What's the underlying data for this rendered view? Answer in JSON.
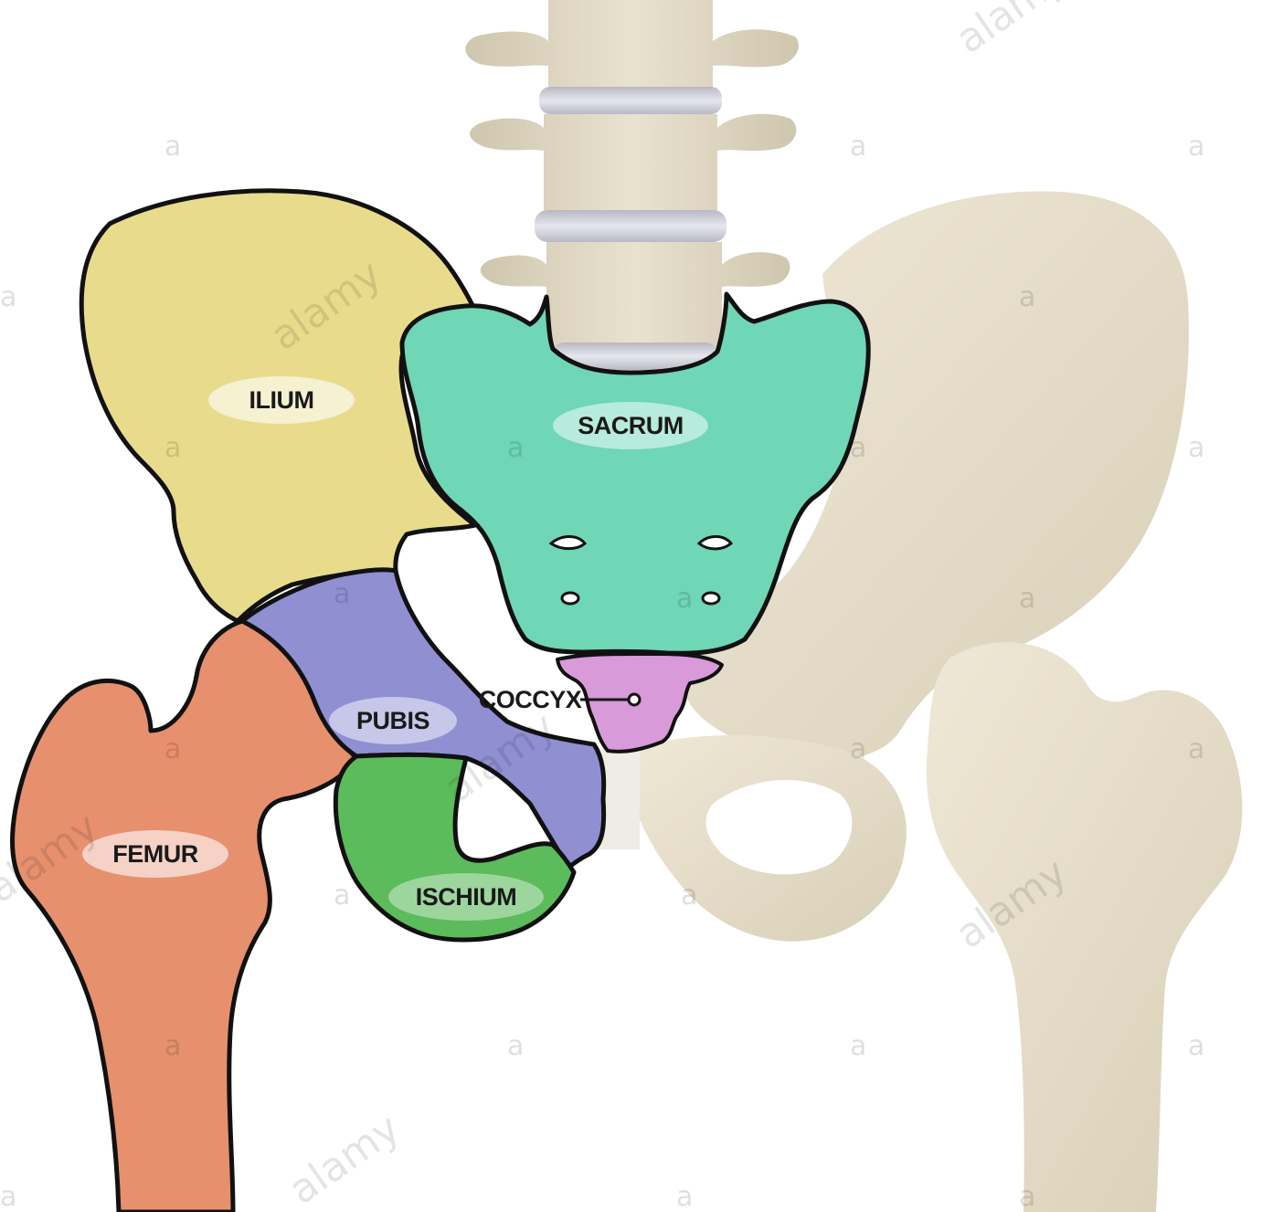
{
  "labels": {
    "ilium": "ILIUM",
    "sacrum": "SACRUM",
    "coccyx": "COCCYX",
    "pubis": "PUBIS",
    "femur": "FEMUR",
    "ischium": "ISCHIUM"
  },
  "watermark": {
    "brand": "alamy",
    "mark": "a"
  },
  "colors": {
    "ilium": "#e8dc8c",
    "sacrum": "#6fd6b6",
    "coccyx": "#d89ad8",
    "pubis": "#8f8fd2",
    "femur": "#e6906e",
    "ischium": "#5cbb5a",
    "bone": "#e4dcc8",
    "outline": "#111111"
  }
}
